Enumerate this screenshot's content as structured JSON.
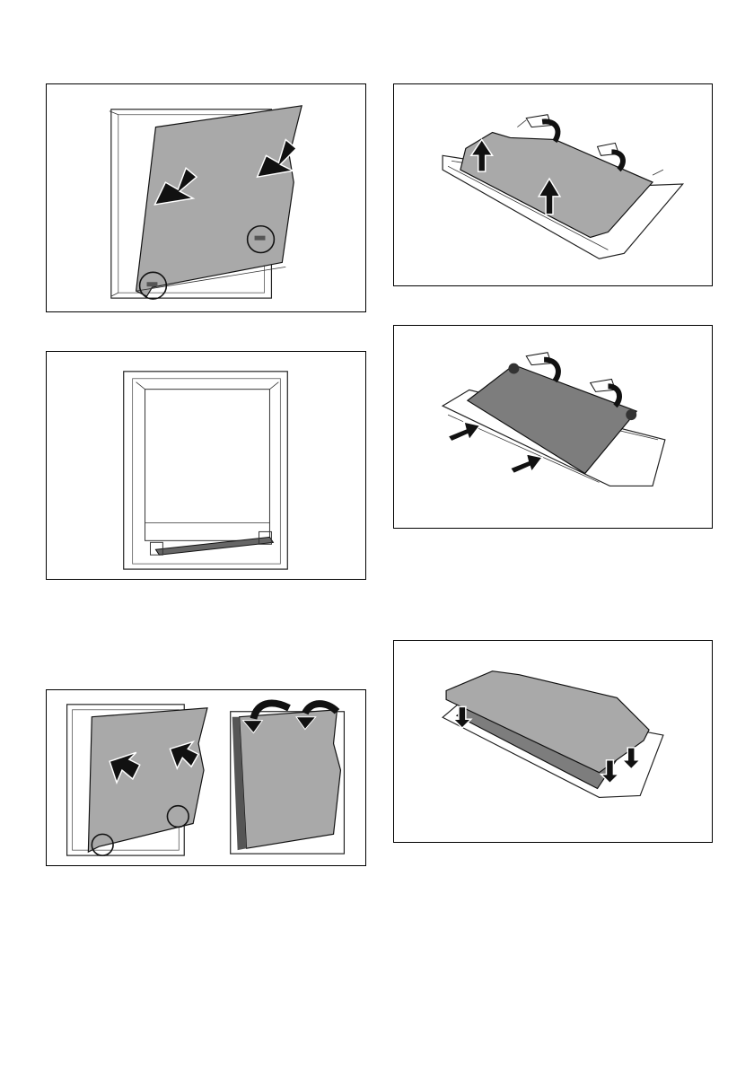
{
  "figures": [
    {
      "id": "p1",
      "content": "door-glass-panel-lift-out"
    },
    {
      "id": "p2",
      "content": "door-frame-empty"
    },
    {
      "id": "p3",
      "content": "door-glass-panel-insert-and-tilt"
    },
    {
      "id": "p4",
      "content": "glass-panel-lift-from-clips"
    },
    {
      "id": "p5",
      "content": "glass-panel-push-into-clips"
    },
    {
      "id": "p6",
      "content": "glass-panel-place-onto-door"
    }
  ],
  "colors": {
    "glass": "#a9a9a9",
    "glass_dark": "#7d7d7d",
    "outline": "#111111"
  }
}
